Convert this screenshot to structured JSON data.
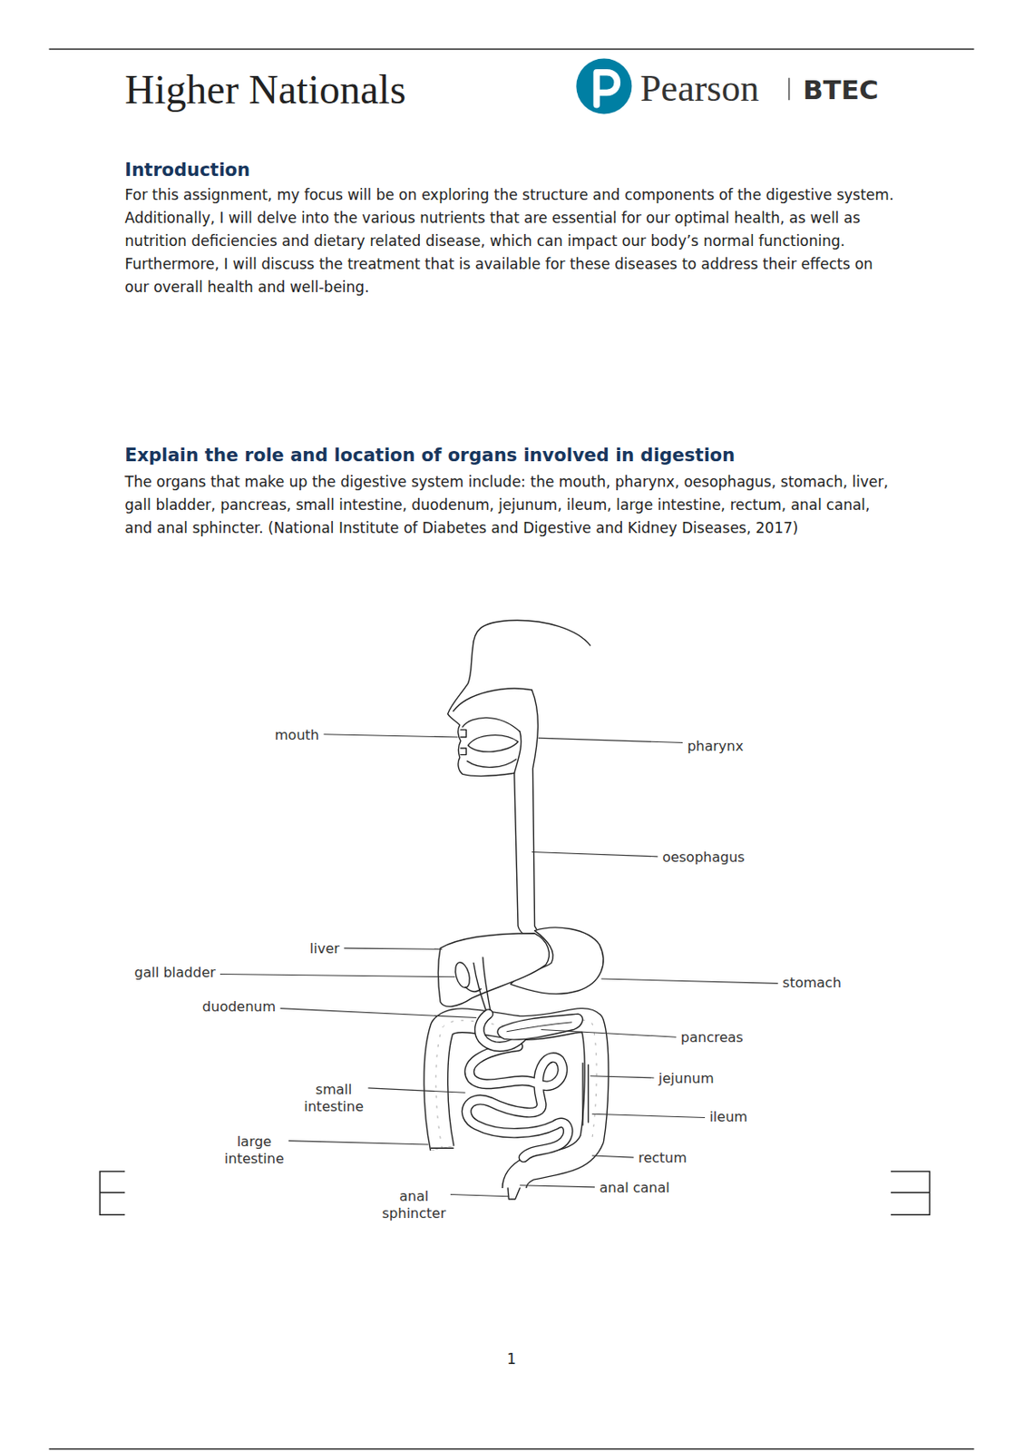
{
  "diagram": {
    "title": "Higher Nationals",
    "labels": [
      "Pearson",
      "BTEC",
      "Introduction",
      "For this assignment, my focus will be on exploring the structure and components of the digestive system. Additionally, I will delve into the various nutrients that are essential for our optimal health, as well as nutrition deficiencies and dietary related disease, which can impact our body’s normal functioning. Furthermore, I will discuss the treatment that is available for these diseases to address their effects on our overall health and well-being.",
      "Explain the role and location of organs involved in digestion",
      "The organs that make up the digestive system include: the mouth, pharynx, oesophagus, stomach, liver, gall bladder, pancreas, small intestine, duodenum, jejunum, ileum, large intestine, rectum, anal canal, and anal sphincter. (National Institute of Diabetes and Digestive and Kidney Diseases, 2017)",
      "mouth",
      "pharynx",
      "oesophagus",
      "liver",
      "gall bladder",
      "stomach",
      "duodenum",
      "pancreas",
      "jejunum",
      "small intestine",
      "ileum",
      "large intestine",
      "rectum",
      "anal canal",
      "anal sphincter",
      "1"
    ]
  }
}
